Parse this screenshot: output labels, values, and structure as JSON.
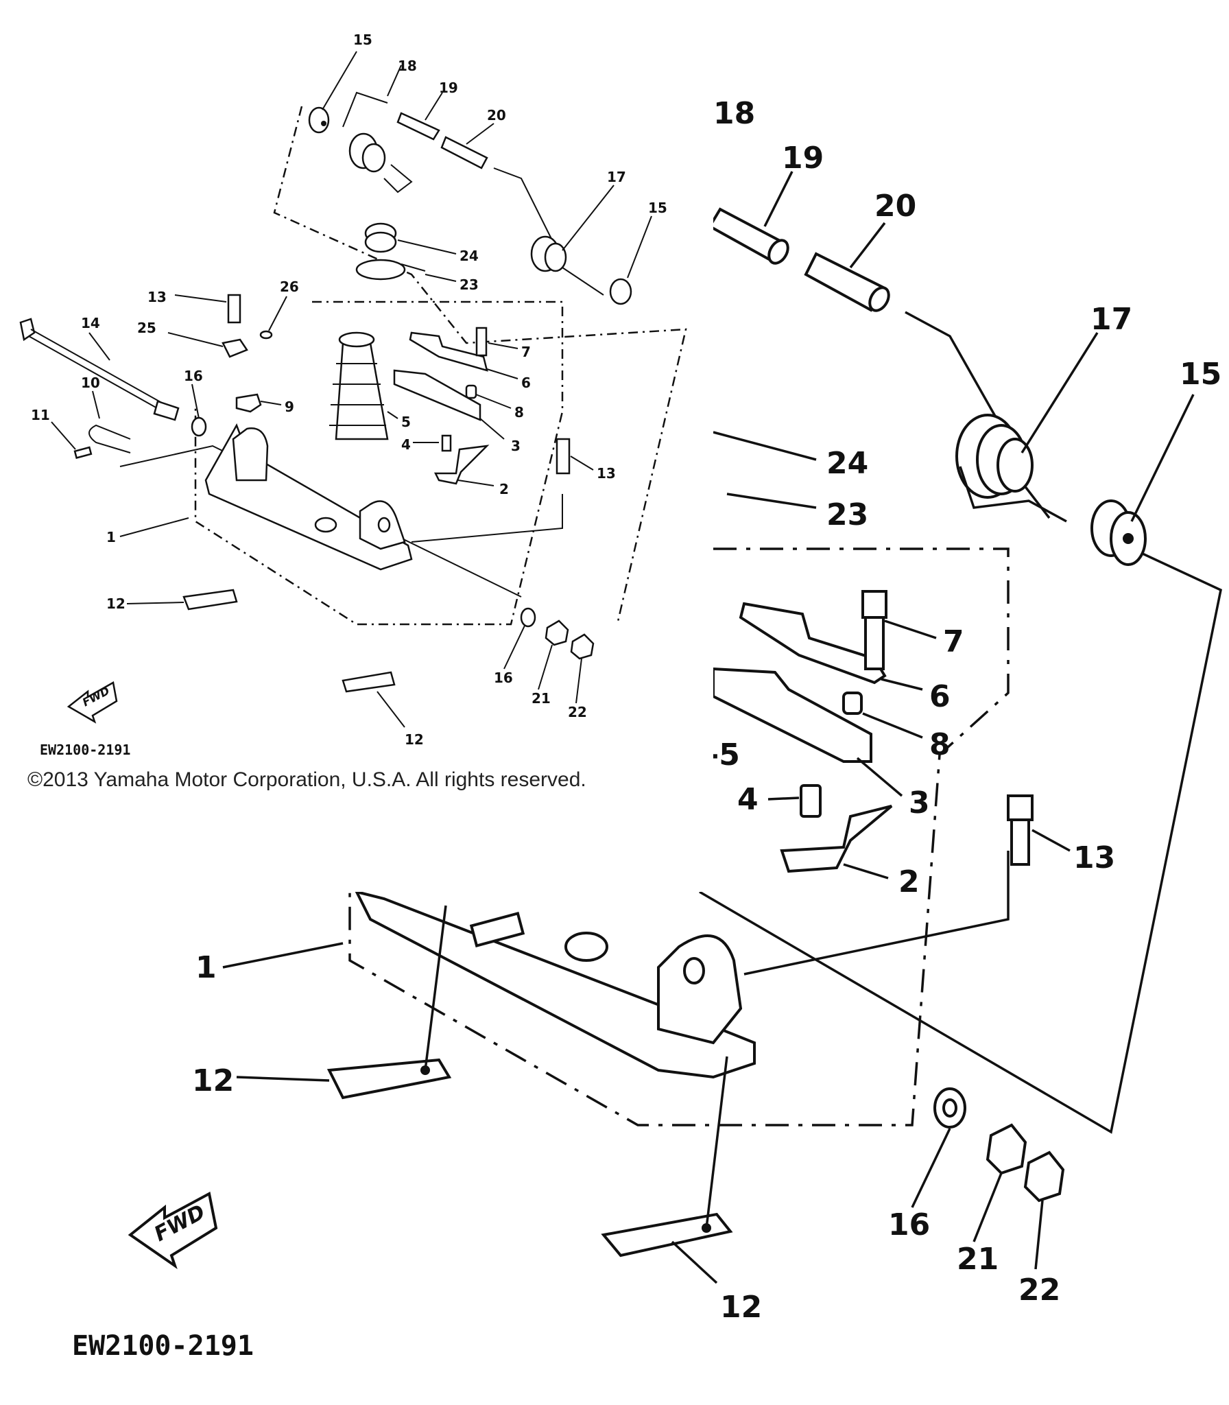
{
  "small_view": {
    "callouts": [
      "15",
      "18",
      "19",
      "20",
      "17",
      "15",
      "24",
      "23",
      "13",
      "26",
      "25",
      "14",
      "16",
      "10",
      "9",
      "11",
      "7",
      "6",
      "8",
      "5",
      "4",
      "3",
      "13",
      "2",
      "1",
      "12",
      "16",
      "21",
      "22",
      "12"
    ],
    "fwd_label": "FWD",
    "drawing_code": "EW2100-2191"
  },
  "large_view": {
    "callouts": [
      "18",
      "19",
      "20",
      "17",
      "15",
      "24",
      "23",
      "7",
      "6",
      "8",
      "-5",
      "3",
      "4",
      "13",
      "2",
      "1",
      "12",
      "16",
      "21",
      "22",
      "12"
    ],
    "fwd_label": "FWD",
    "drawing_code": "EW2100-2191"
  },
  "copyright": "©2013 Yamaha Motor Corporation, U.S.A. All rights reserved."
}
